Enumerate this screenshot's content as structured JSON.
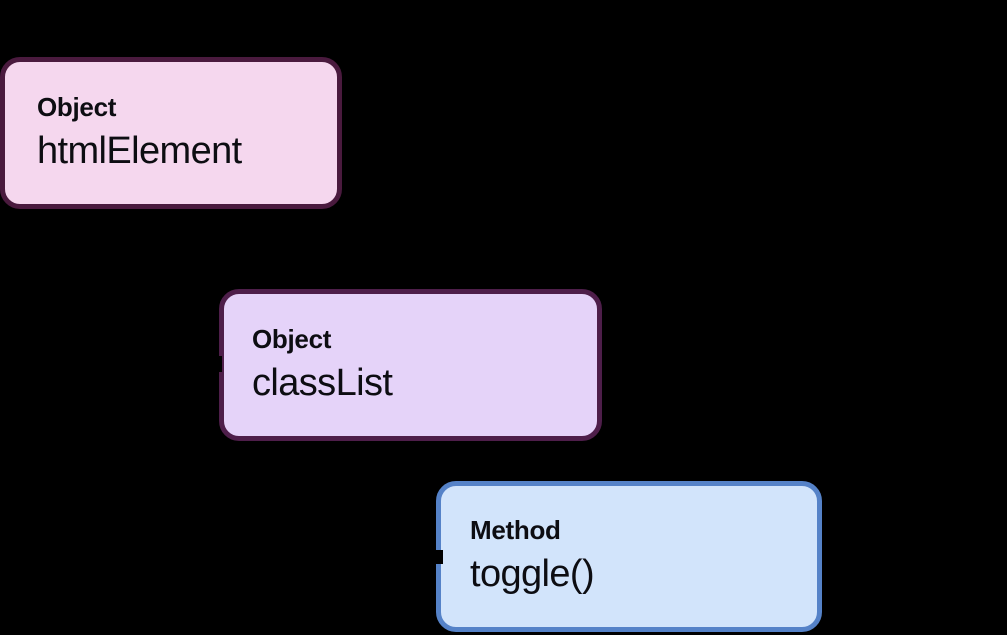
{
  "page": {
    "background": "#000000",
    "text_color": "#0d0d12"
  },
  "diagram": {
    "nodes": [
      {
        "type_label": "Object",
        "name": "htmlElement",
        "fill": "#f5d7ee",
        "border": "#4a1a3e"
      },
      {
        "type_label": "Object",
        "name": "classList",
        "fill": "#e5d3f9",
        "border": "#4e1e4a"
      },
      {
        "type_label": "Method",
        "name": "toggle()",
        "fill": "#d2e4fb",
        "border": "#5582c8"
      }
    ]
  }
}
